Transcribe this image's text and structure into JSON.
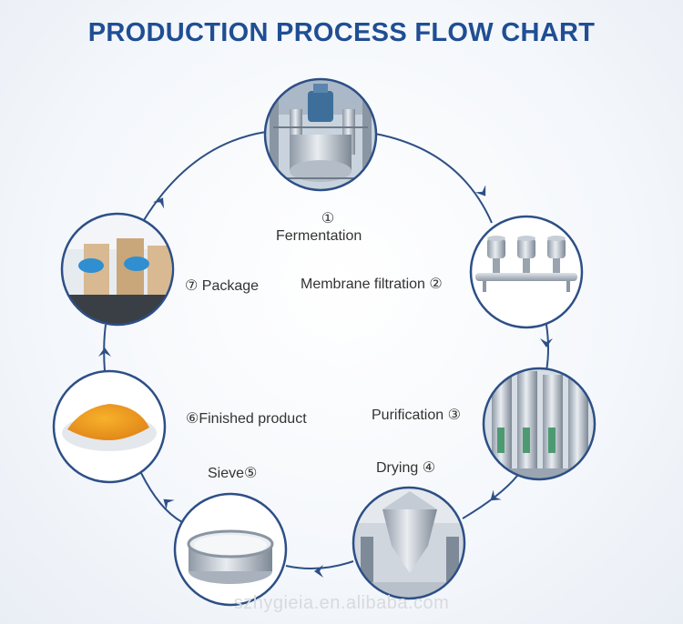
{
  "title": "PRODUCTION PROCESS FLOW CHART",
  "colors": {
    "title": "#1f4e93",
    "circle_border": "#2d4f86",
    "arrow": "#2d4f86"
  },
  "steps": [
    {
      "marker": "①",
      "label": "Fermentation",
      "icon": "fermentation-tank-photo"
    },
    {
      "marker": "②",
      "label": "Membrane filtration",
      "icon": "membrane-filter-photo"
    },
    {
      "marker": "③",
      "label": "Purification",
      "icon": "purification-column-photo"
    },
    {
      "marker": "④",
      "label": "Drying",
      "icon": "drying-mixer-photo"
    },
    {
      "marker": "⑤",
      "label": "Sieve",
      "icon": "sieve-photo"
    },
    {
      "marker": "⑥",
      "label": "Finished product",
      "icon": "orange-powder-photo"
    },
    {
      "marker": "⑦",
      "label": "Package",
      "icon": "packaging-hands-photo"
    }
  ],
  "watermark": "szhygieia.en.alibaba.com"
}
